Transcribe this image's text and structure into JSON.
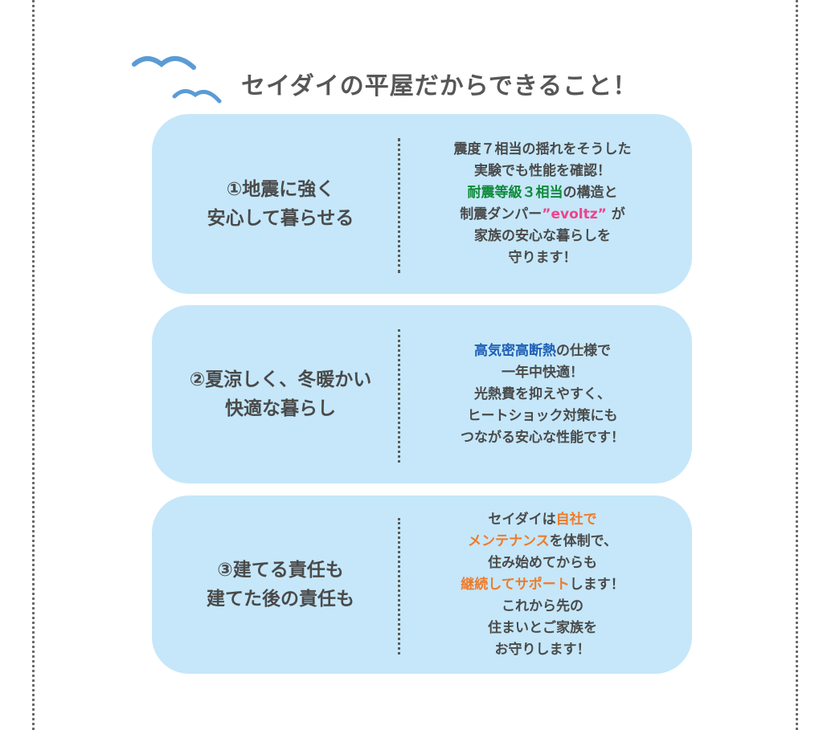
{
  "colors": {
    "card_bg": "#c5e7f9",
    "text": "#4a4a4a",
    "title": "#575757",
    "bird": "#5b9bd5",
    "highlight_green": "#0e8a3a",
    "highlight_pink": "#f0428a",
    "highlight_blue": "#1f5fb5",
    "highlight_orange": "#f07a28"
  },
  "decor": {
    "birds_icon": "seagull-birds-icon"
  },
  "header": {
    "title": "セイダイの平屋だからできること！"
  },
  "cards": [
    {
      "label_lines": [
        "①地震に強く",
        "安心して暮らせる"
      ],
      "desc": {
        "line1": "震度７相当の揺れをそうした",
        "line2": "実験でも性能を確認！",
        "line3_hl": "耐震等級３相当",
        "line3_rest": "の構造と",
        "line4_pre": "制震ダンパー",
        "line4_hl": "”evoltz”",
        "line4_post": " が",
        "line5": "家族の安心な暮らしを",
        "line6": "守ります！"
      }
    },
    {
      "label_lines": [
        "②夏涼しく、冬暖かい",
        "快適な暮らし"
      ],
      "desc": {
        "line1_hl": "高気密高断熱",
        "line1_rest": "の仕様で",
        "line2": "一年中快適！",
        "line3": "光熱費を抑えやすく、",
        "line4": "ヒートショック対策にも",
        "line5": "つながる安心な性能です！"
      }
    },
    {
      "label_lines": [
        "③建てる責任も",
        "建てた後の責任も"
      ],
      "desc": {
        "line1_pre": "セイダイは",
        "line1_hl": "自社で",
        "line2_hl": "メンテナンス",
        "line2_rest": "を体制で、",
        "line3": "住み始めてからも",
        "line4_hl": "継続してサポート",
        "line4_rest": "します！",
        "line5": "これから先の",
        "line6": "住まいとご家族を",
        "line7": "お守りします！"
      }
    }
  ]
}
